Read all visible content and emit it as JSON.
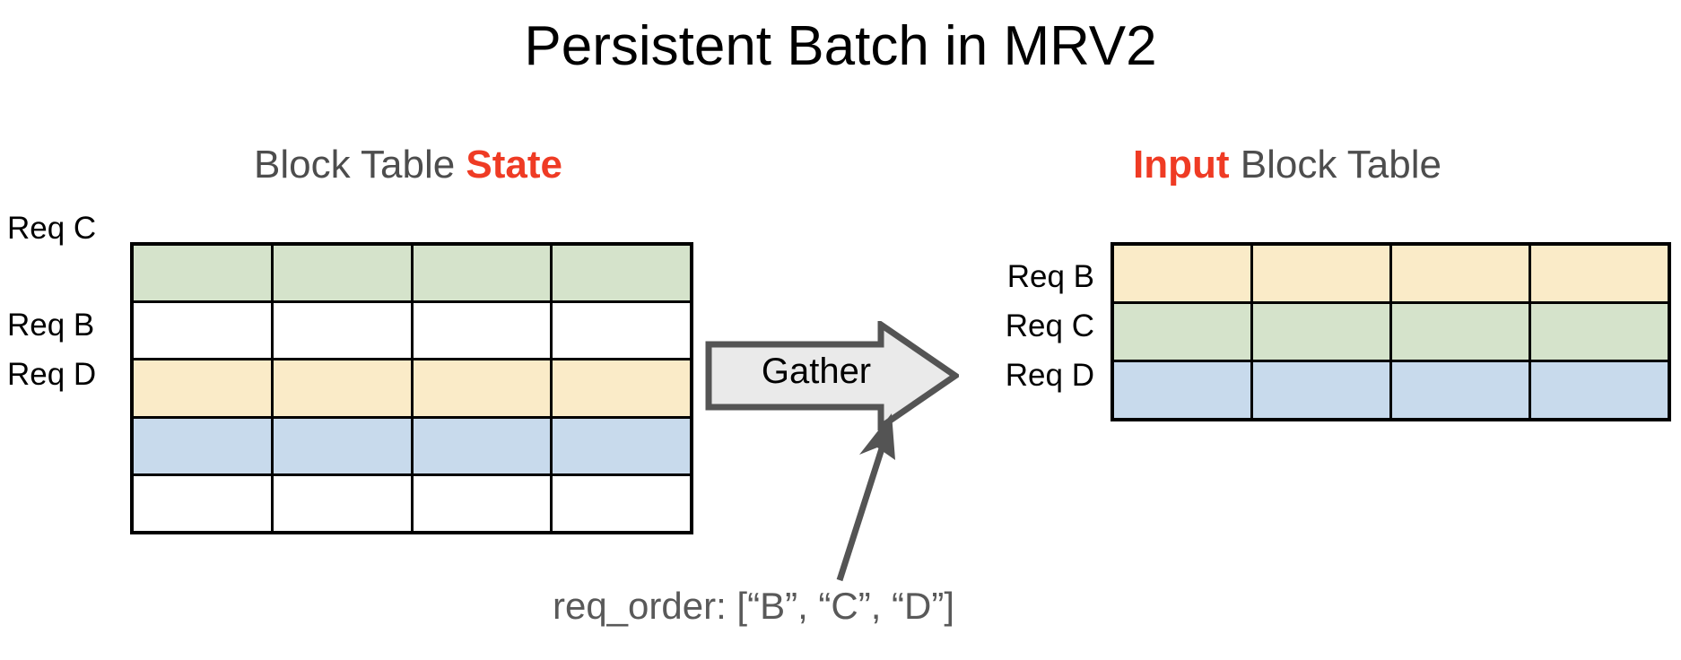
{
  "page": {
    "title": "Persistent Batch in MRV2",
    "background_color": "#ffffff"
  },
  "colors": {
    "accent_red": "#ef3b24",
    "heading_gray": "#4d4d4d",
    "caption_gray": "#595959",
    "cell_green": "#d5e3cb",
    "cell_yellow": "#faebc8",
    "cell_blue": "#c8dae c",
    "cell_empty": "#ffffff",
    "grid_line": "#000000",
    "arrow_fill": "#eaeaea",
    "arrow_stroke": "#545454"
  },
  "left_panel": {
    "heading": {
      "prefix": "Block Table ",
      "accent": "State"
    },
    "table": {
      "name": "block-table-state",
      "columns": 4,
      "rows": [
        {
          "label": "Req C",
          "color": "#d5e3cb",
          "filled": true
        },
        {
          "label": "",
          "color": "#ffffff",
          "filled": false
        },
        {
          "label": "Req B",
          "color": "#faebc8",
          "filled": true
        },
        {
          "label": "Req D",
          "color": "#c8daec",
          "filled": true
        },
        {
          "label": "",
          "color": "#ffffff",
          "filled": false
        }
      ]
    }
  },
  "operation": {
    "label": "Gather",
    "direction": "left-to-right"
  },
  "right_panel": {
    "heading": {
      "accent": "Input",
      "suffix": " Block Table"
    },
    "table": {
      "name": "input-block-table",
      "columns": 4,
      "rows": [
        {
          "label": "Req B",
          "color": "#faebc8",
          "filled": true
        },
        {
          "label": "Req C",
          "color": "#d5e3cb",
          "filled": true
        },
        {
          "label": "Req D",
          "color": "#c8daec",
          "filled": true
        }
      ]
    }
  },
  "caption": {
    "text": "req_order: [“B”, “C”, “D”]"
  }
}
